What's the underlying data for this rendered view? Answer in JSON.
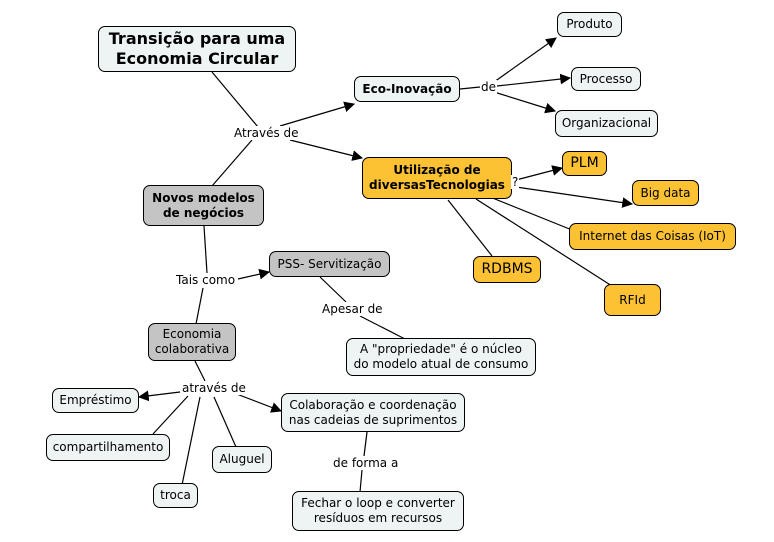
{
  "nodes": {
    "title": "Transição para uma\nEconomia Circular",
    "novos_modelos": "Novos modelos\nde negócios",
    "eco_inovacao": "Eco-Inovação",
    "produto": "Produto",
    "processo": "Processo",
    "organizacional": "Organizacional",
    "tecnologias": "Utilização de\ndiversasTecnologias",
    "plm": "PLM",
    "bigdata": "Big data",
    "iot": "Internet das Coisas (IoT)",
    "rdbms": "RDBMS",
    "rfid": "RFId",
    "pss": "PSS- Servitização",
    "propriedade": "A \"propriedade\" é o núcleo\ndo modelo atual de consumo",
    "economia_colab": "Economia\ncolaborativa",
    "emprestimo": "Empréstimo",
    "compartilhamento": "compartilhamento",
    "troca": "troca",
    "aluguel": "Aluguel",
    "colaboracao": "Colaboração e coordenação\nnas cadeias de suprimentos",
    "fechar_loop": "Fechar o loop e converter\nresíduos em recursos"
  },
  "linking_phrases": {
    "atraves_de_1": "Através de",
    "de": "de",
    "tais_como": "Tais como",
    "apesar_de": "Apesar de",
    "atraves_de_2": "através de",
    "de_forma_a": "de forma a",
    "tech_stub": "?"
  },
  "colors": {
    "light_node": "#eef4f4",
    "gray_node": "#c4c4c4",
    "gold_node": "#fcc234",
    "line": "#000000"
  }
}
